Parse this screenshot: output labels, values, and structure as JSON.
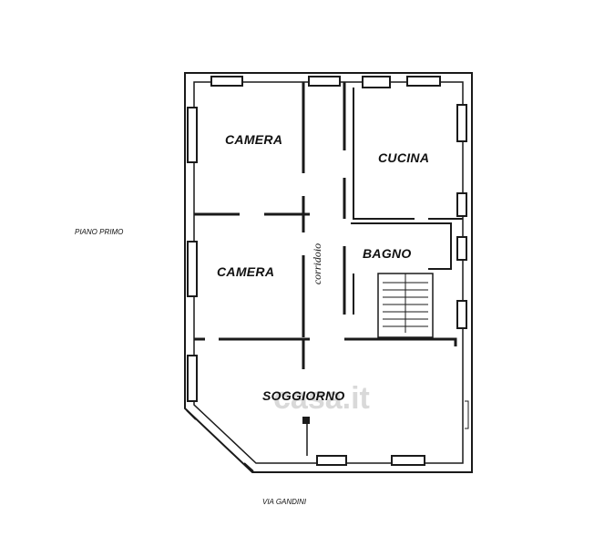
{
  "labels": {
    "floor": "PIANO PRIMO",
    "street": "VIA GANDINI",
    "corridor": "corridoio"
  },
  "rooms": [
    {
      "id": "camera1",
      "name": "CAMERA"
    },
    {
      "id": "cucina",
      "name": "CUCINA"
    },
    {
      "id": "bagno",
      "name": "BAGNO"
    },
    {
      "id": "camera2",
      "name": "CAMERA"
    },
    {
      "id": "soggiorno",
      "name": "SOGGIORNO"
    }
  ],
  "watermark": "casa.it",
  "colors": {
    "wall": "#1a1a1a",
    "background": "#ffffff",
    "watermark": "#d9d9d9"
  }
}
